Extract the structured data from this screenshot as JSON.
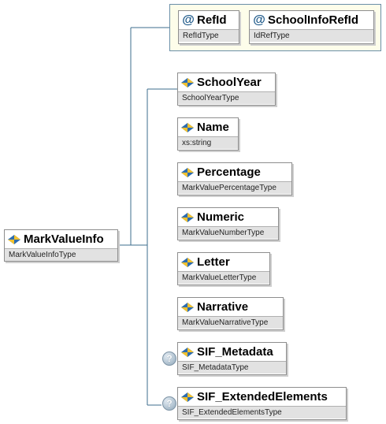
{
  "root": {
    "name": "MarkValueInfo",
    "type": "MarkValueInfoType"
  },
  "attributes": [
    {
      "name": "RefId",
      "type": "RefIdType",
      "icon": "at-sign-icon"
    },
    {
      "name": "SchoolInfoRefId",
      "type": "IdRefType",
      "icon": "at-sign-icon"
    }
  ],
  "elements": [
    {
      "name": "SchoolYear",
      "type": "SchoolYearType",
      "optional": false
    },
    {
      "name": "Name",
      "type": "xs:string",
      "optional": false
    },
    {
      "name": "Percentage",
      "type": "MarkValuePercentageType",
      "optional": false
    },
    {
      "name": "Numeric",
      "type": "MarkValueNumberType",
      "optional": false
    },
    {
      "name": "Letter",
      "type": "MarkValueLetterType",
      "optional": false
    },
    {
      "name": "Narrative",
      "type": "MarkValueNarrativeType",
      "optional": false
    },
    {
      "name": "SIF_Metadata",
      "type": "SIF_MetadataType",
      "optional": true,
      "badge": "?"
    },
    {
      "name": "SIF_ExtendedElements",
      "type": "SIF_ExtendedElementsType",
      "optional": true,
      "badge": "?"
    }
  ],
  "colors": {
    "connector": "#3d6e8e",
    "attribute_group_fill": "#fdfdea",
    "type_bar": "#e2e2e2"
  }
}
